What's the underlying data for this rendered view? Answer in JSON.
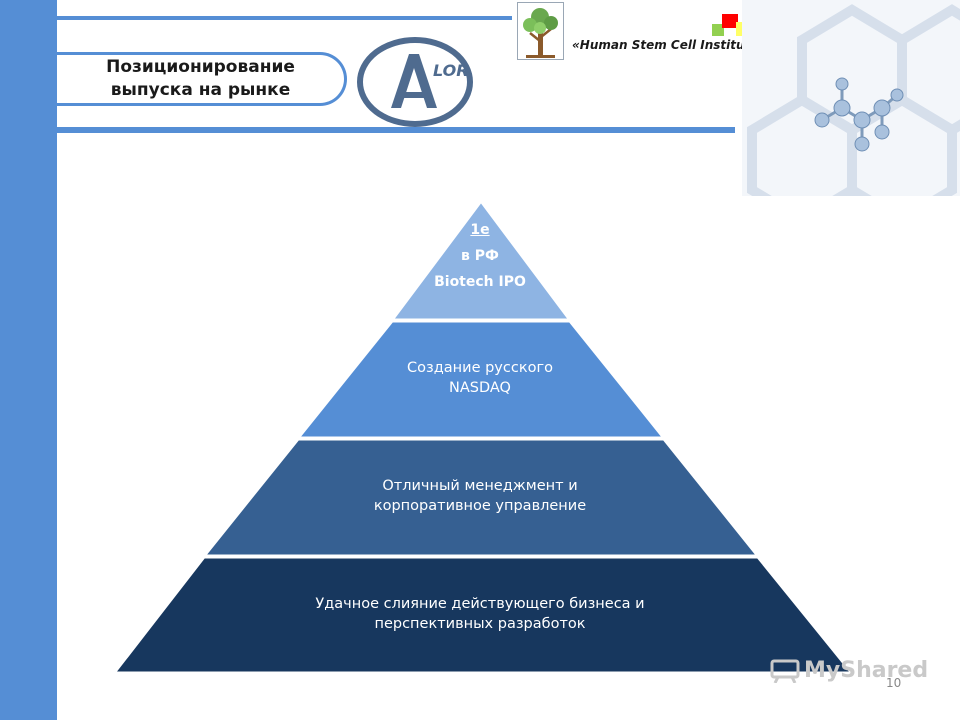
{
  "header": {
    "title_line1": "Позиционирование",
    "title_line2": "выпуска на рынке",
    "institute": "«Human Stem Cell Institute»",
    "logo_text": "LOR"
  },
  "pyramid": {
    "tier1": {
      "line1": "1е",
      "line2": "в РФ",
      "line3": "Biotech IPO"
    },
    "tier2": {
      "line1": "Создание русского",
      "line2": "NASDAQ"
    },
    "tier3": {
      "line1": "Отличный менеджмент и",
      "line2": "корпоративное управление"
    },
    "tier4": {
      "line1": "Удачное слияние действующего бизнеса и",
      "line2": "перспективных разработок"
    }
  },
  "watermark": "MyShared",
  "page_number": "10",
  "colors": {
    "accent": "#558ed5",
    "tier1": "#8eb4e3",
    "tier2": "#558ed5",
    "tier3": "#366092",
    "tier4": "#17375e"
  }
}
